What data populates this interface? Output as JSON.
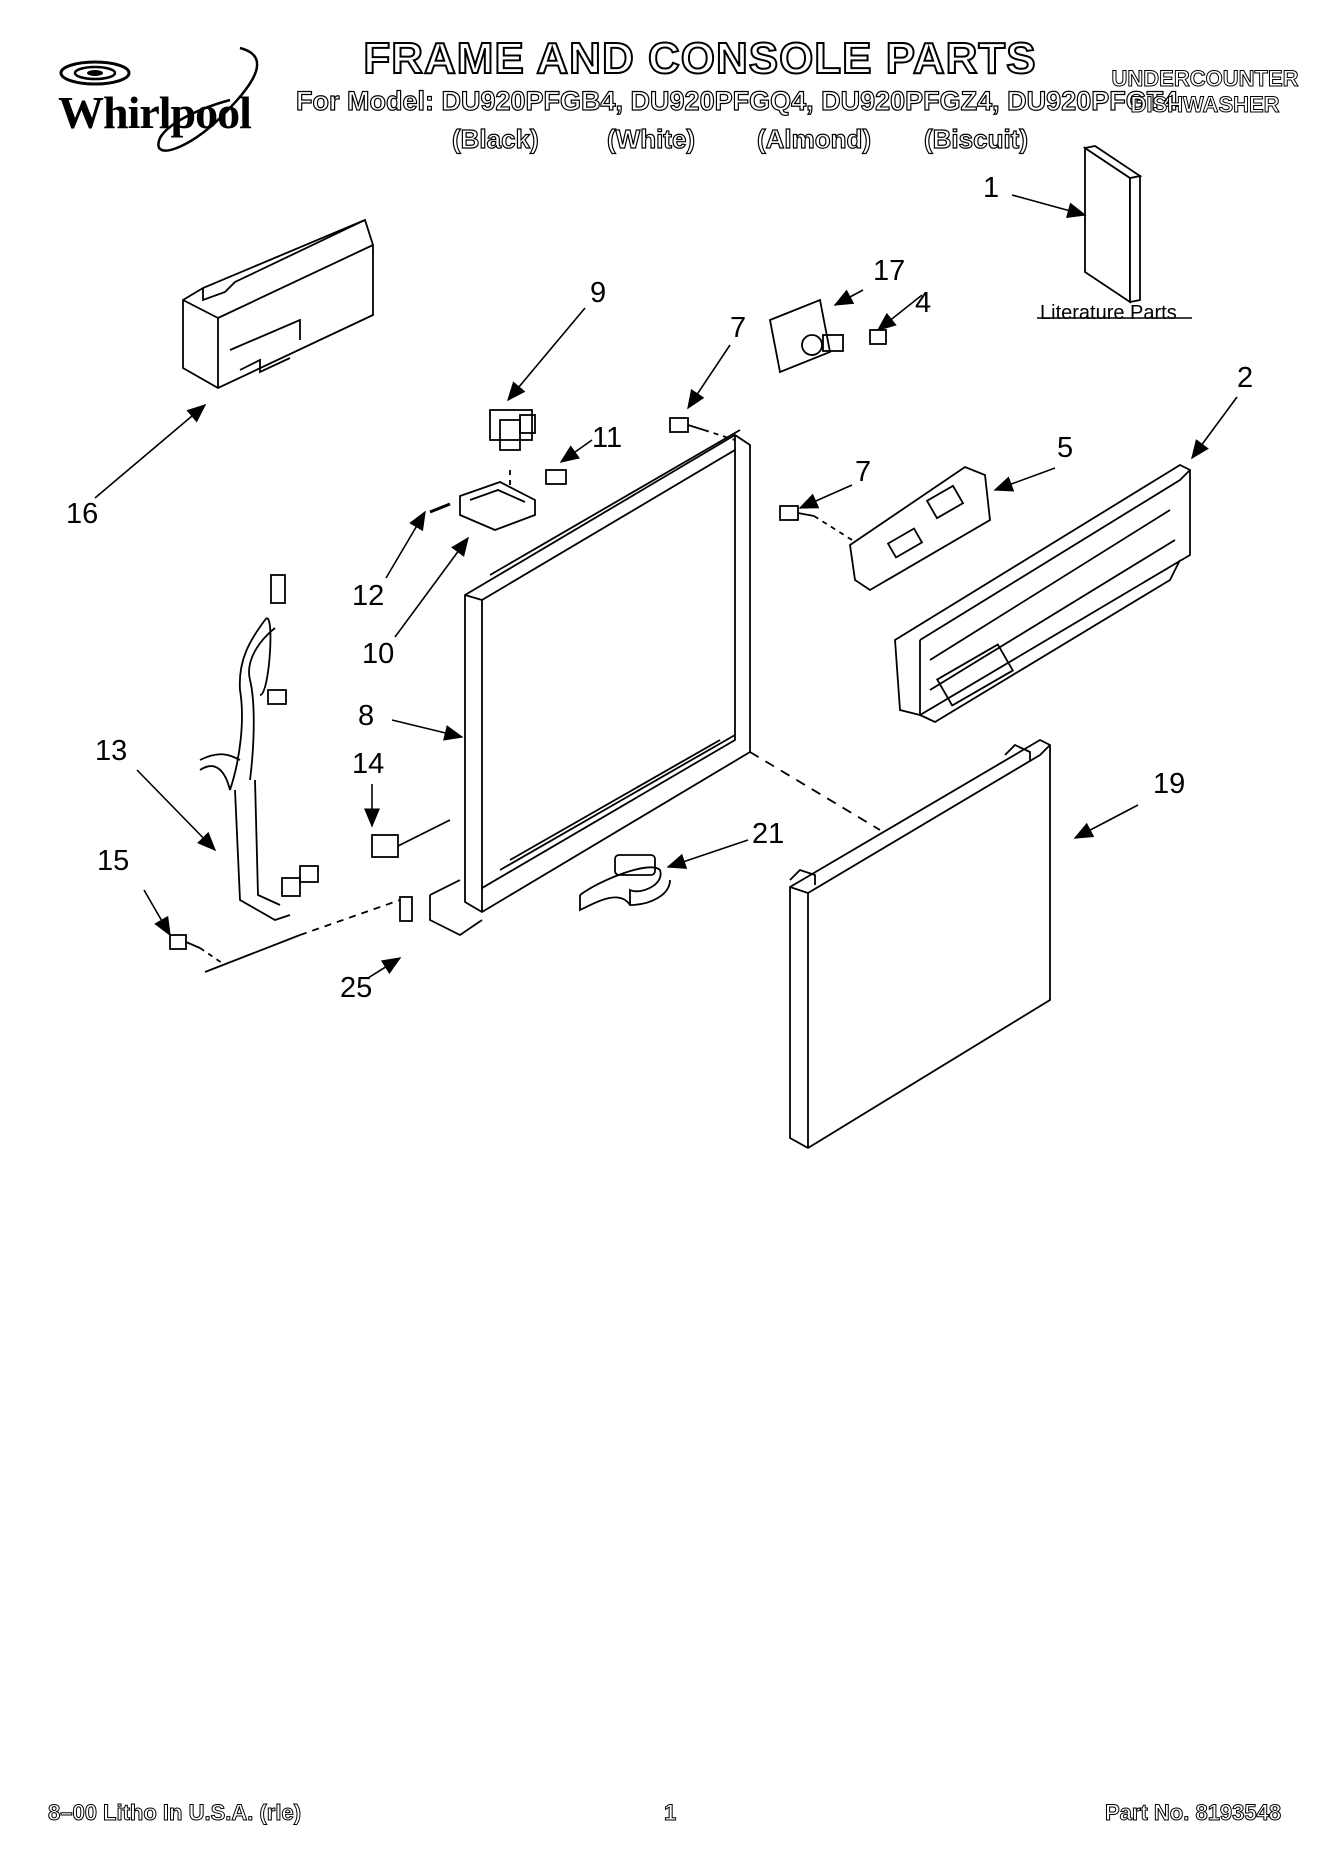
{
  "brand": {
    "name": "Whirlpool"
  },
  "header": {
    "title": "FRAME AND CONSOLE PARTS",
    "model_line": "For Model: DU920PFGB4, DU920PFGQ4, DU920PFGZ4, DU920PFGT4",
    "colors": [
      "(Black)",
      "(White)",
      "(Almond)",
      "(Biscuit)"
    ],
    "product_type": [
      "UNDERCOUNTER",
      "DISHWASHER"
    ]
  },
  "literature_label": "Literature Parts",
  "callouts": [
    {
      "id": "c1",
      "label": "1"
    },
    {
      "id": "c2",
      "label": "2"
    },
    {
      "id": "c4",
      "label": "4"
    },
    {
      "id": "c5",
      "label": "5"
    },
    {
      "id": "c7a",
      "label": "7"
    },
    {
      "id": "c7b",
      "label": "7"
    },
    {
      "id": "c8",
      "label": "8"
    },
    {
      "id": "c9",
      "label": "9"
    },
    {
      "id": "c10",
      "label": "10"
    },
    {
      "id": "c11",
      "label": "11"
    },
    {
      "id": "c12",
      "label": "12"
    },
    {
      "id": "c13",
      "label": "13"
    },
    {
      "id": "c14",
      "label": "14"
    },
    {
      "id": "c15",
      "label": "15"
    },
    {
      "id": "c16",
      "label": "16"
    },
    {
      "id": "c17",
      "label": "17"
    },
    {
      "id": "c19",
      "label": "19"
    },
    {
      "id": "c21",
      "label": "21"
    },
    {
      "id": "c25",
      "label": "25"
    }
  ],
  "footer": {
    "left": "8–00 Litho In U.S.A. (rle)",
    "center": "1",
    "right": "Part No. 8193548"
  },
  "colors": {
    "ink": "#000000",
    "paper": "#ffffff"
  }
}
